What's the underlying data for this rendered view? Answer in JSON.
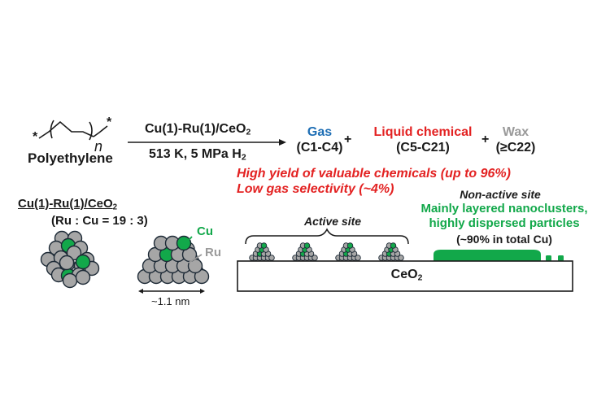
{
  "reaction": {
    "reactant": {
      "name": "Polyethylene",
      "repeat_subscript": "n",
      "end_group": "*"
    },
    "conditions": {
      "catalyst_prefix": "Cu(1)-Ru(1)/CeO",
      "catalyst_sub": "2",
      "conditions_prefix": "513 K, 5 MPa H",
      "conditions_sub": "2"
    },
    "products": [
      {
        "label": "Gas",
        "range": "(C1-C4)",
        "color": "#1f6fb5"
      },
      {
        "label": "Liquid chemical",
        "range": "(C5-C21)",
        "color": "#e32222"
      },
      {
        "label": "Wax",
        "range": "(≥C22)",
        "color": "#9a9a9a"
      }
    ],
    "plus": "+"
  },
  "highlights": {
    "line1": "High yield of valuable chemicals (up to 96%)",
    "line2": "Low gas selectivity (~4%)",
    "color": "#e32222"
  },
  "catalyst": {
    "title_prefix": "Cu(1)-Ru(1)/CeO",
    "title_sub": "2",
    "ratio": "(Ru : Cu = 19 : 3)",
    "cu_label": "Cu",
    "ru_label": "Ru",
    "size_label": "~1.1 nm",
    "cu_color": "#12a84a",
    "ru_color": "#a6a6a6",
    "outline_color": "#1d2a36"
  },
  "support": {
    "active_site_label": "Active site",
    "non_active_title": "Non-active site",
    "non_active_line1": "Mainly layered nanoclusters,",
    "non_active_line2": "highly dispersed particles",
    "non_active_fraction": "(~90% in total Cu)",
    "support_prefix": "CeO",
    "support_sub": "2",
    "green": "#12a84a"
  }
}
